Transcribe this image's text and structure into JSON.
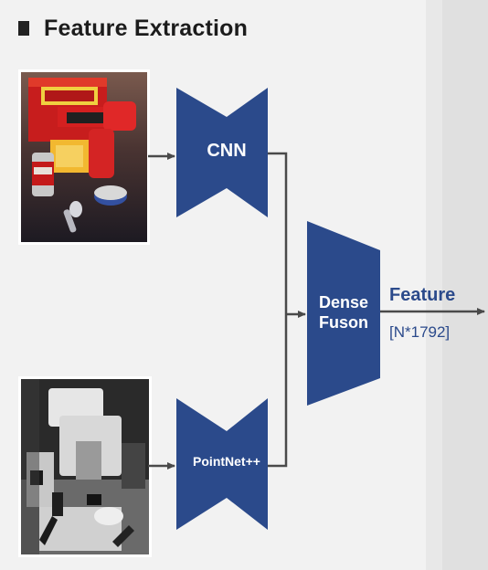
{
  "title": "Feature Extraction",
  "blocks": {
    "cnn": "CNN",
    "pointnet": "PointNet++",
    "fusion_line1": "Dense",
    "fusion_line2": "Fuson"
  },
  "output": {
    "label": "Feature",
    "dims": "[N*1792]"
  },
  "colors": {
    "block": "#2b4a8b",
    "arrow": "#4a4a4a",
    "title": "#1c1c1c"
  },
  "icons": [
    "square-bullet-icon",
    "arrow-right-icon"
  ]
}
